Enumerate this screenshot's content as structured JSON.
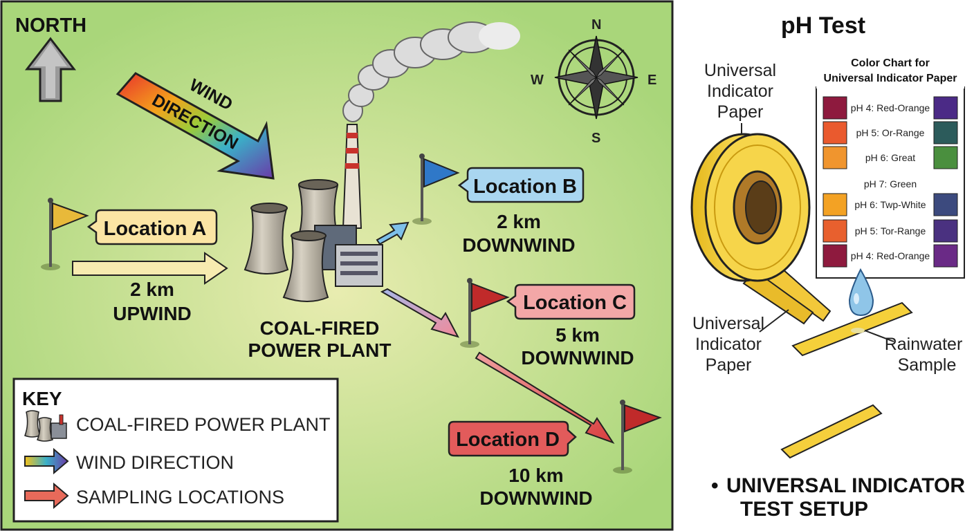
{
  "map": {
    "north_label": "NORTH",
    "wind": {
      "line1": "WIND",
      "line2": "DIRECTION"
    },
    "compass": {
      "n": "N",
      "s": "S",
      "e": "E",
      "w": "W"
    },
    "plant_label": {
      "line1": "COAL-FIRED",
      "line2": "POWER PLANT"
    },
    "locations": [
      {
        "name": "Location A",
        "distance": "2 km",
        "direction": "UPWIND"
      },
      {
        "name": "Location B",
        "distance": "2 km",
        "direction": "DOWNWIND"
      },
      {
        "name": "Location C",
        "distance": "5 km",
        "direction": "DOWNWIND"
      },
      {
        "name": "Location D",
        "distance": "10 km",
        "direction": "DOWNWIND"
      }
    ],
    "key": {
      "title": "KEY",
      "items": [
        "COAL-FIRED POWER PLANT",
        "WIND DIRECTION",
        "SAMPLING LOCATIONS"
      ]
    },
    "colors": {
      "background": "#b5dc84",
      "upwind": "#f1d36a",
      "downwind_b": "#5ba3dd",
      "downwind": "#d94d4d"
    }
  },
  "ph_panel": {
    "title": "pH Test",
    "roll_label": [
      "Universal",
      "Indicator",
      "Paper"
    ],
    "strip_label": [
      "Universal",
      "Indicator",
      "Paper"
    ],
    "sample_label": [
      "Rainwater",
      "Sample"
    ],
    "chart": {
      "title_line1": "Color Chart for",
      "title_line2": "Universal Indicator Paper",
      "rows": [
        {
          "label": "pH 4: Red-Orange",
          "left": "#8e1a3e",
          "right": "#4b2a86"
        },
        {
          "label": "pH 5: Or-Range",
          "left": "#ea5a2e",
          "right": "#2c5b5b"
        },
        {
          "label": "pH 6: Great",
          "left": "#f0952e",
          "right": "#4a8f3e"
        },
        {
          "label": "pH 7: Green",
          "left": "",
          "right": ""
        },
        {
          "label": "pH 6: Twp-White",
          "left": "#f3a224",
          "right": "#3c4a7e"
        },
        {
          "label": "pH 5: Tor-Range",
          "left": "#e8602e",
          "right": "#4a3180"
        },
        {
          "label": "pH 4: Red-Orange",
          "left": "#8e1a3e",
          "right": "#6a2a86"
        }
      ]
    },
    "caption": {
      "bullet": "•",
      "line1": "UNIVERSAL INDICATOR",
      "line2": "TEST SETUP"
    }
  }
}
